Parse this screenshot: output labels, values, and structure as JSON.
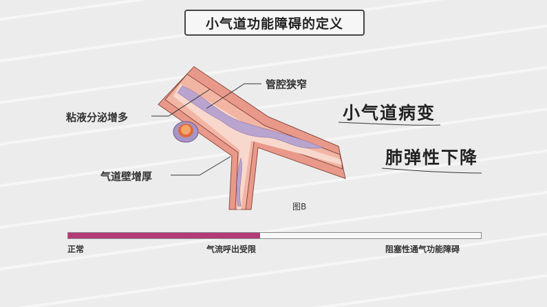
{
  "title": "小气道功能障碍的定义",
  "labels": {
    "narrowing": "管腔狭窄",
    "mucus": "粘液分泌增多",
    "wall": "气道壁增厚",
    "figure": "图B"
  },
  "headings": [
    "小气道病变",
    "肺弹性下降"
  ],
  "scale": {
    "progress_percent": 46.5,
    "fill_color": "#b33c78",
    "ticks": [
      "正常",
      "气流呼出受限",
      "阻塞性通气功能障碍"
    ]
  }
}
